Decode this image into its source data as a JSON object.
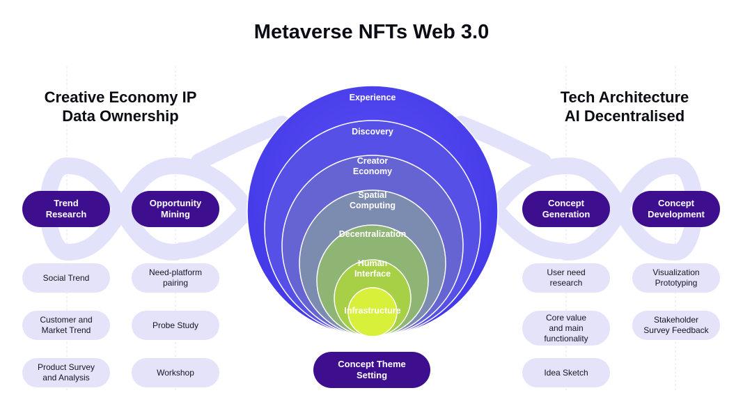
{
  "title": "Metaverse NFTs Web 3.0",
  "left_heading": {
    "line1": "Creative Economy IP",
    "line2": "Data Ownership"
  },
  "right_heading": {
    "line1": "Tech Architecture",
    "line2": "AI Decentralised"
  },
  "layers": [
    {
      "line1": "Experience",
      "line2": ""
    },
    {
      "line1": "Discovery",
      "line2": ""
    },
    {
      "line1": "Creator",
      "line2": "Economy"
    },
    {
      "line1": "Spatial",
      "line2": "Computing"
    },
    {
      "line1": "Decentralization",
      "line2": ""
    },
    {
      "line1": "Human",
      "line2": "Interface"
    },
    {
      "line1": "Infrastructure",
      "line2": ""
    }
  ],
  "stages": [
    {
      "line1": "Trend",
      "line2": "Research"
    },
    {
      "line1": "Opportunity",
      "line2": "Mining"
    },
    {
      "line1": "Concept",
      "line2": "Generation"
    },
    {
      "line1": "Concept",
      "line2": "Development"
    }
  ],
  "center_stage": {
    "line1": "Concept Theme",
    "line2": "Setting"
  },
  "methods": {
    "trend_research": [
      {
        "line1": "Social Trend",
        "line2": ""
      },
      {
        "line1": "Customer and",
        "line2": "Market Trend"
      },
      {
        "line1": "Product Survey",
        "line2": "and Analysis"
      }
    ],
    "opportunity_mining": [
      {
        "line1": "Need-platform",
        "line2": "pairing"
      },
      {
        "line1": "Probe Study",
        "line2": ""
      },
      {
        "line1": "Workshop",
        "line2": ""
      }
    ],
    "concept_generation": [
      {
        "line1": "User need",
        "line2": "research",
        "line3": ""
      },
      {
        "line1": "Core value",
        "line2": "and main",
        "line3": "functionality"
      },
      {
        "line1": "Idea Sketch",
        "line2": "",
        "line3": ""
      }
    ],
    "concept_development": [
      {
        "line1": "Visualization",
        "line2": "Prototyping"
      },
      {
        "line1": "Stakeholder",
        "line2": "Survey Feedback"
      }
    ]
  },
  "colors": {
    "stage_pill": "#3d0f8f",
    "method_pill": "#e4e3fa",
    "loop_band": "#e3e2fb",
    "outer_layer": "#4f46f0",
    "inner_layer": "#d8f03a"
  }
}
